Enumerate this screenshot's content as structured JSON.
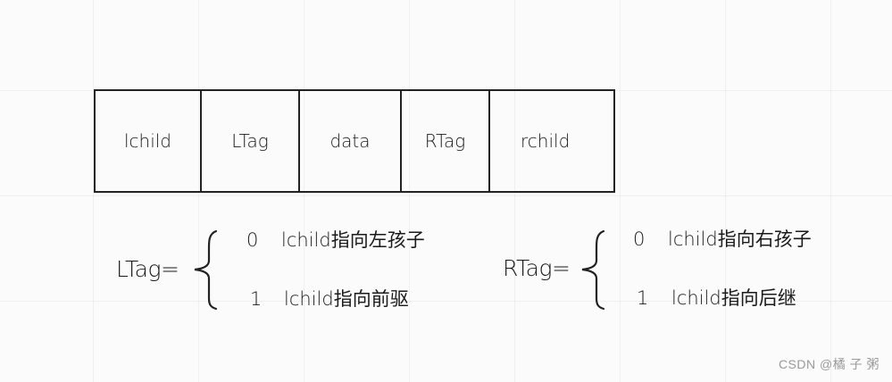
{
  "node_fields": [
    "lchild",
    "LTag",
    "data",
    "RTag",
    "rchild"
  ],
  "ltag": {
    "label": "LTag=",
    "rows": [
      {
        "value": "0",
        "meaning": "lchild指向左孩子"
      },
      {
        "value": "1",
        "meaning": "lchild指向前驱"
      }
    ]
  },
  "rtag": {
    "label": "RTag=",
    "rows": [
      {
        "value": "0",
        "meaning": "lchild指向右孩子"
      },
      {
        "value": "1",
        "meaning": "lchild指向后继"
      }
    ]
  },
  "watermark": "CSDN @橘 子 粥"
}
